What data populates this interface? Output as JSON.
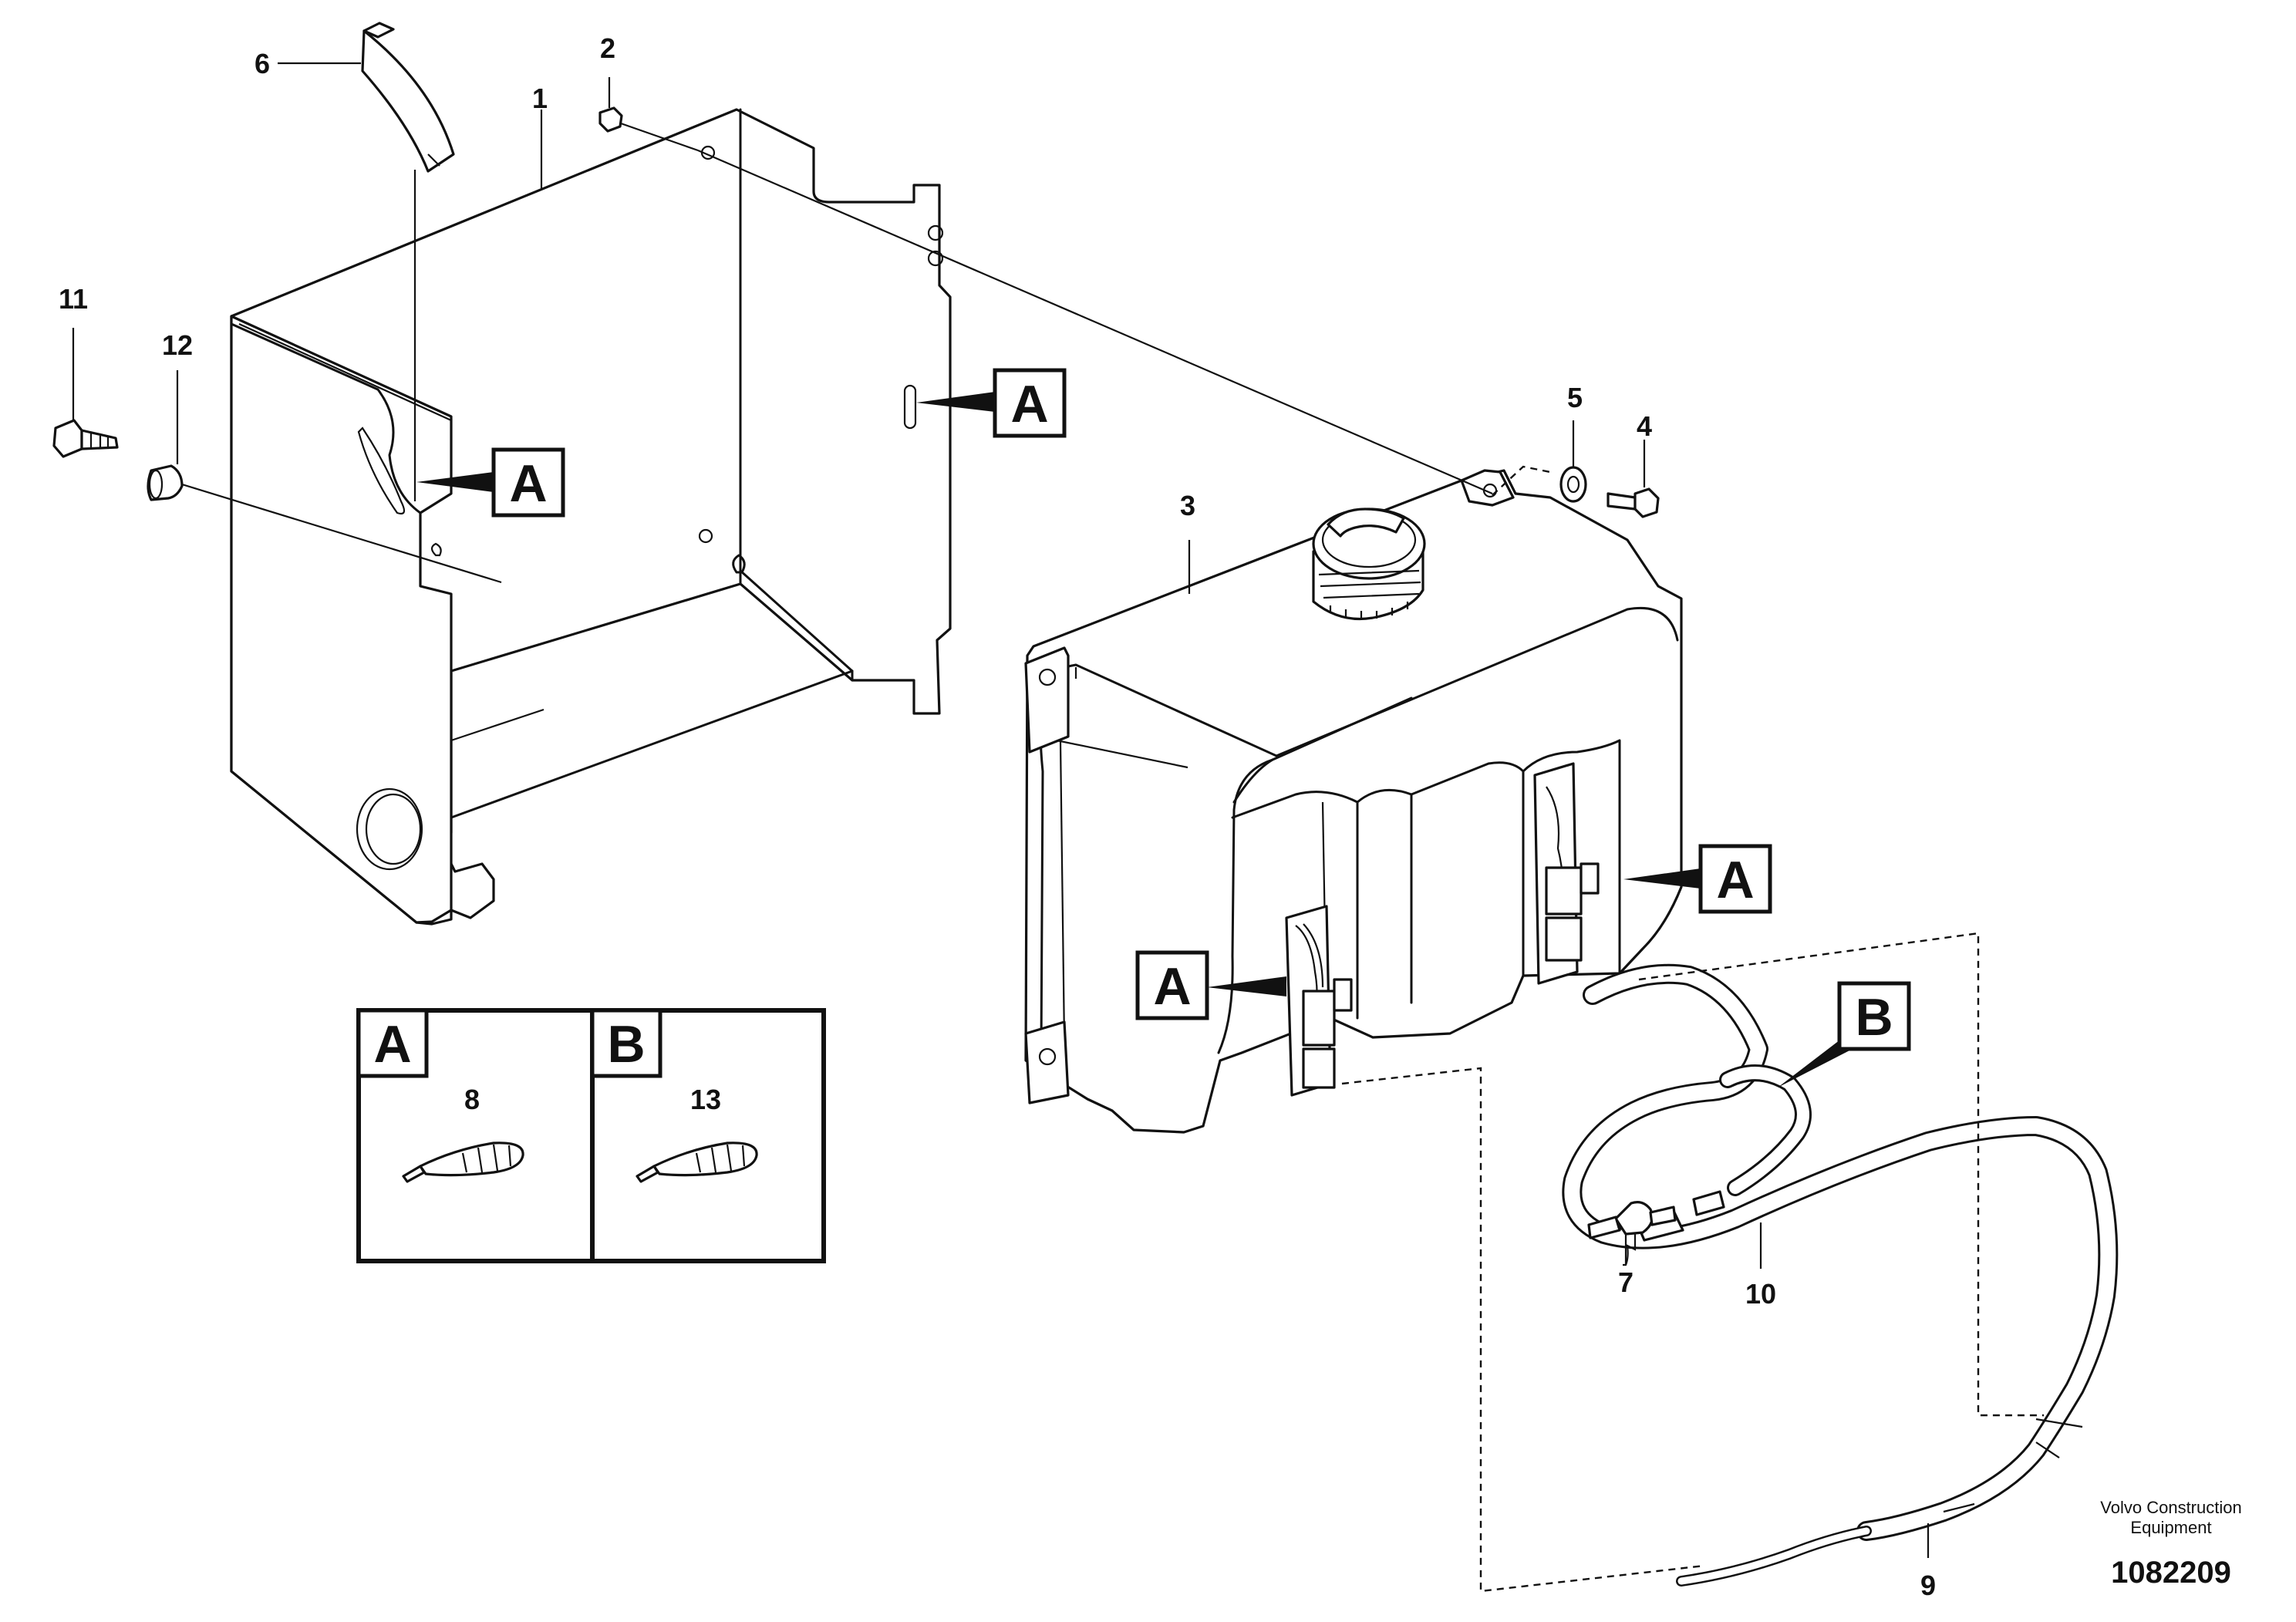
{
  "callouts": {
    "c1": "1",
    "c2": "2",
    "c3": "3",
    "c4": "4",
    "c5": "5",
    "c6": "6",
    "c7": "7",
    "c8": "8",
    "c9": "9",
    "c10": "10",
    "c11": "11",
    "c12": "12",
    "c13": "13"
  },
  "detail_labels": {
    "bracket_a": "A",
    "tank_a": "A",
    "hose_b": "B"
  },
  "legend": {
    "a": {
      "letter": "A",
      "part": "8"
    },
    "b": {
      "letter": "B",
      "part": "13"
    }
  },
  "footer": {
    "company_line1": "Volvo Construction",
    "company_line2": "Equipment",
    "drawing_number": "1082209"
  }
}
